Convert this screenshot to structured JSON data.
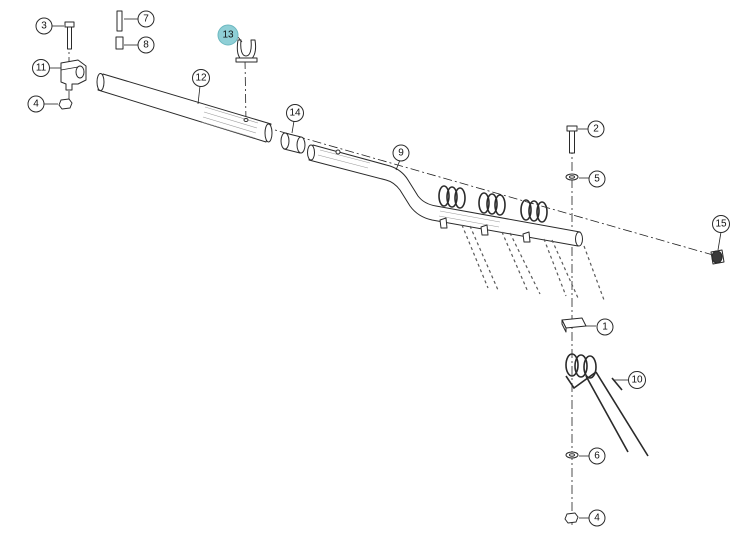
{
  "diagram": {
    "selected_label": "13",
    "labels": [
      {
        "text": "1"
      },
      {
        "text": "2"
      },
      {
        "text": "3"
      },
      {
        "text": "4"
      },
      {
        "text": "4"
      },
      {
        "text": "5"
      },
      {
        "text": "6"
      },
      {
        "text": "7"
      },
      {
        "text": "8"
      },
      {
        "text": "9"
      },
      {
        "text": "10"
      },
      {
        "text": "11"
      },
      {
        "text": "12"
      },
      {
        "text": "13"
      },
      {
        "text": "14"
      },
      {
        "text": "15"
      }
    ]
  },
  "colors": {
    "line": "#2a2a2a",
    "highlight": "#8fcfd6"
  }
}
